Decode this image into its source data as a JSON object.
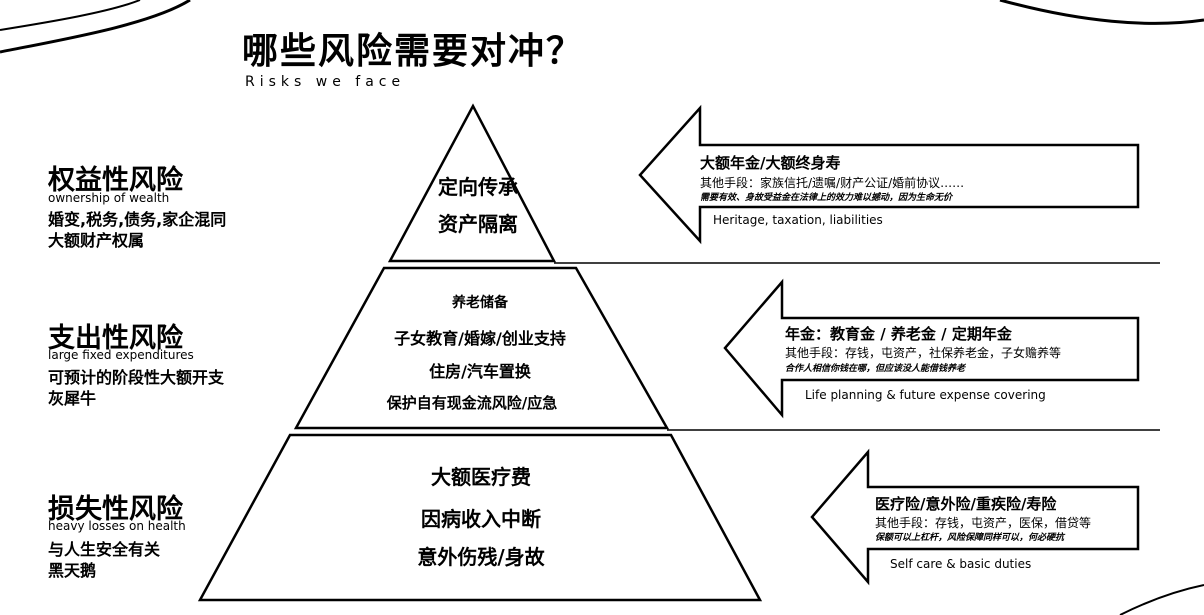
{
  "title": "哪些风险需要对冲？",
  "subtitle": "Risks we face",
  "categories": [
    {
      "title": "权益性风险",
      "en": "ownership of wealth",
      "lines": [
        "婚变,税务,债务,家企混同",
        "大额财产权属"
      ]
    },
    {
      "title": "支出性风险",
      "en": "large fixed expenditures",
      "lines": [
        "可预计的阶段性大额开支",
        "灰犀牛"
      ]
    },
    {
      "title": "损失性风险",
      "en": "heavy losses on health",
      "lines": [
        "与人生安全有关",
        "黑天鹅"
      ]
    }
  ],
  "pyramid": {
    "top": [
      "定向传承",
      "资产隔离"
    ],
    "middle": [
      "养老储备",
      "子女教育/婚嫁/创业支持",
      "住房/汽车置换",
      "保护自有现金流风险/应急"
    ],
    "bottom": [
      "大额医疗费",
      "因病收入中断",
      "意外伤残/身故"
    ]
  },
  "arrows": [
    {
      "title": "大额年金/大额终身寿",
      "other": "其他手段：家族信托/遗嘱/财产公证/婚前协议……",
      "note": "需要有效、身故受益金在法律上的效力难以撼动，因为生命无价",
      "en": "Heritage, taxation, liabilities"
    },
    {
      "title": "年金：教育金 / 养老金 / 定期年金",
      "other": "其他手段：存钱，屯资产，社保养老金，子女赡养等",
      "note": "合作人相信你钱在哪，但应该没人能借钱养老",
      "en": "Life planning & future expense covering"
    },
    {
      "title": "医疗险/意外险/重疾险/寿险",
      "other": "其他手段：存钱，屯资产，医保，借贷等",
      "note": "保额可以上杠杆，风险保障同样可以，何必硬抗",
      "en": "Self care & basic duties"
    }
  ]
}
